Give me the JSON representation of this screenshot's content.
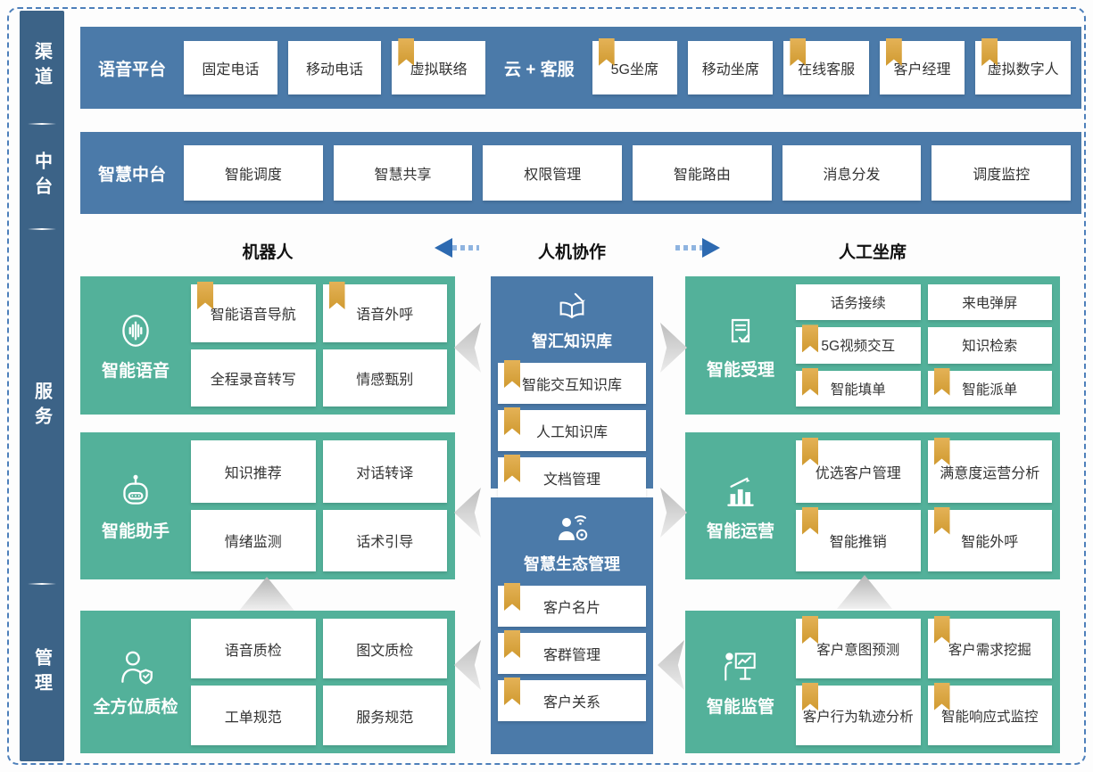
{
  "palette": {
    "green": "#53b19a",
    "blue": "#4b7aa9",
    "sidebar_blue": "#3c6387",
    "bookmark_gold": "#d8a23e",
    "arrow_blue": "#2d6ab1",
    "gray_arrow": "#c8c8c8",
    "border_blue": "#4d7fba"
  },
  "sidebar": {
    "labels": [
      "渠道",
      "中台",
      "服务",
      "管理"
    ]
  },
  "channel_row": {
    "groups": [
      {
        "title": "语音平台",
        "items": [
          {
            "label": "固定电话",
            "bookmark": false
          },
          {
            "label": "移动电话",
            "bookmark": false
          },
          {
            "label": "虚拟联络",
            "bookmark": true
          }
        ]
      },
      {
        "title": "云 + 客服",
        "items": [
          {
            "label": "5G坐席",
            "bookmark": true
          },
          {
            "label": "移动坐席",
            "bookmark": false
          },
          {
            "label": "在线客服",
            "bookmark": true
          },
          {
            "label": "客户经理",
            "bookmark": true
          },
          {
            "label": "虚拟数字人",
            "bookmark": true
          }
        ]
      }
    ]
  },
  "platform_row": {
    "title": "智慧中台",
    "items": [
      {
        "label": "智能调度"
      },
      {
        "label": "智慧共享"
      },
      {
        "label": "权限管理"
      },
      {
        "label": "智能路由"
      },
      {
        "label": "消息分发"
      },
      {
        "label": "调度监控"
      }
    ]
  },
  "lane_headers": {
    "left": "机器人",
    "center": "人机协作",
    "right": "人工坐席"
  },
  "blocks": {
    "left": [
      {
        "title": "智能语音",
        "icon": "voice-icon",
        "items": [
          {
            "label": "智能语音导航",
            "bookmark": true
          },
          {
            "label": "语音外呼",
            "bookmark": true
          },
          {
            "label": "全程录音转写",
            "bookmark": false
          },
          {
            "label": "情感甄别",
            "bookmark": false
          }
        ]
      },
      {
        "title": "智能助手",
        "icon": "robot-icon",
        "items": [
          {
            "label": "知识推荐",
            "bookmark": false
          },
          {
            "label": "对话转译",
            "bookmark": false
          },
          {
            "label": "情绪监测",
            "bookmark": false
          },
          {
            "label": "话术引导",
            "bookmark": false
          }
        ]
      },
      {
        "title": "全方位质检",
        "icon": "inspector-shield-icon",
        "items": [
          {
            "label": "语音质检",
            "bookmark": false
          },
          {
            "label": "图文质检",
            "bookmark": false
          },
          {
            "label": "工单规范",
            "bookmark": false
          },
          {
            "label": "服务规范",
            "bookmark": false
          }
        ]
      }
    ],
    "center": [
      {
        "title": "智汇知识库",
        "icon": "book-pen-icon",
        "items": [
          {
            "label": "智能交互知识库",
            "bookmark": true
          },
          {
            "label": "人工知识库",
            "bookmark": true
          },
          {
            "label": "文档管理",
            "bookmark": true
          }
        ]
      },
      {
        "title": "智慧生态管理",
        "icon": "person-network-icon",
        "items": [
          {
            "label": "客户名片",
            "bookmark": true
          },
          {
            "label": "客群管理",
            "bookmark": true
          },
          {
            "label": "客户关系",
            "bookmark": true
          }
        ]
      }
    ],
    "right": [
      {
        "title": "智能受理",
        "icon": "document-check-icon",
        "items": [
          {
            "label": "话务接续",
            "bookmark": false
          },
          {
            "label": "来电弹屏",
            "bookmark": false
          },
          {
            "label": "5G视频交互",
            "bookmark": true
          },
          {
            "label": "知识检索",
            "bookmark": false
          },
          {
            "label": "智能填单",
            "bookmark": true
          },
          {
            "label": "智能派单",
            "bookmark": true
          }
        ]
      },
      {
        "title": "智能运营",
        "icon": "bar-chart-arrow-icon",
        "items": [
          {
            "label": "优选客户管理",
            "bookmark": true
          },
          {
            "label": "满意度运营分析",
            "bookmark": true
          },
          {
            "label": "智能推销",
            "bookmark": true
          },
          {
            "label": "智能外呼",
            "bookmark": true
          }
        ]
      },
      {
        "title": "智能监管",
        "icon": "presenter-board-icon",
        "items": [
          {
            "label": "客户意图预测",
            "bookmark": true
          },
          {
            "label": "客户需求挖掘",
            "bookmark": true
          },
          {
            "label": "客户行为轨迹分析",
            "bookmark": true
          },
          {
            "label": "智能响应式监控",
            "bookmark": true
          }
        ]
      }
    ]
  }
}
